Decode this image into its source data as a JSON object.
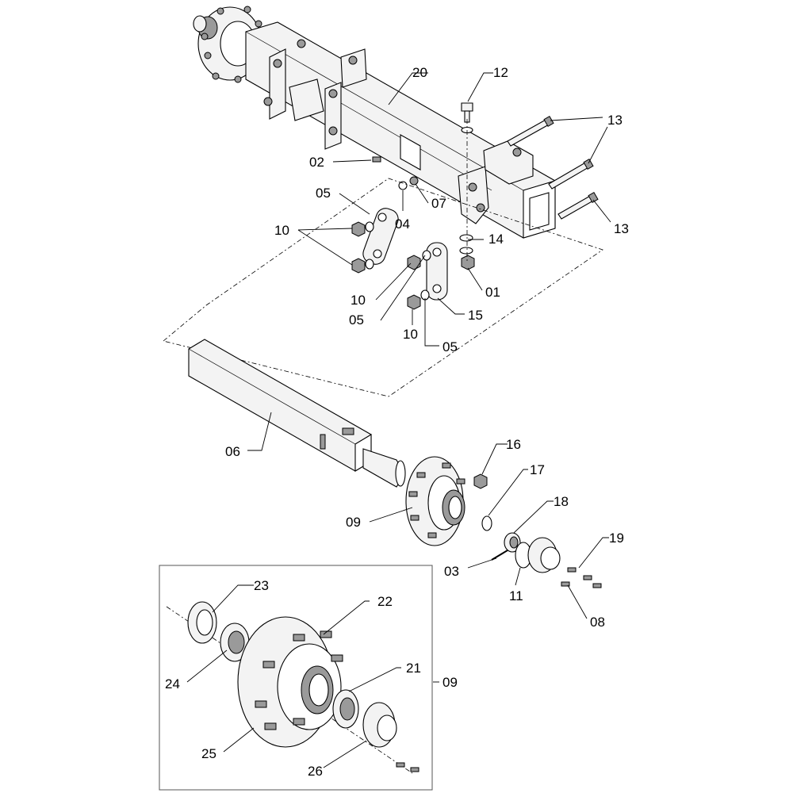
{
  "diagram": {
    "callouts": [
      {
        "id": "c20",
        "label": "20"
      },
      {
        "id": "c12",
        "label": "12"
      },
      {
        "id": "c13a",
        "label": "13"
      },
      {
        "id": "c13b",
        "label": "13"
      },
      {
        "id": "c02",
        "label": "02"
      },
      {
        "id": "c05a",
        "label": "05"
      },
      {
        "id": "c04",
        "label": "04"
      },
      {
        "id": "c07",
        "label": "07"
      },
      {
        "id": "c10a",
        "label": "10"
      },
      {
        "id": "c14",
        "label": "14"
      },
      {
        "id": "c01",
        "label": "01"
      },
      {
        "id": "c10b",
        "label": "10"
      },
      {
        "id": "c05b",
        "label": "05"
      },
      {
        "id": "c15",
        "label": "15"
      },
      {
        "id": "c10c",
        "label": "10"
      },
      {
        "id": "c05c",
        "label": "05"
      },
      {
        "id": "c06",
        "label": "06"
      },
      {
        "id": "c16",
        "label": "16"
      },
      {
        "id": "c17",
        "label": "17"
      },
      {
        "id": "c18",
        "label": "18"
      },
      {
        "id": "c09a",
        "label": "09"
      },
      {
        "id": "c19",
        "label": "19"
      },
      {
        "id": "c03",
        "label": "03"
      },
      {
        "id": "c11",
        "label": "11"
      },
      {
        "id": "c08",
        "label": "08"
      },
      {
        "id": "c23",
        "label": "23"
      },
      {
        "id": "c22",
        "label": "22"
      },
      {
        "id": "c24",
        "label": "24"
      },
      {
        "id": "c21",
        "label": "21"
      },
      {
        "id": "c09b",
        "label": "09"
      },
      {
        "id": "c25",
        "label": "25"
      },
      {
        "id": "c26",
        "label": "26"
      }
    ]
  }
}
